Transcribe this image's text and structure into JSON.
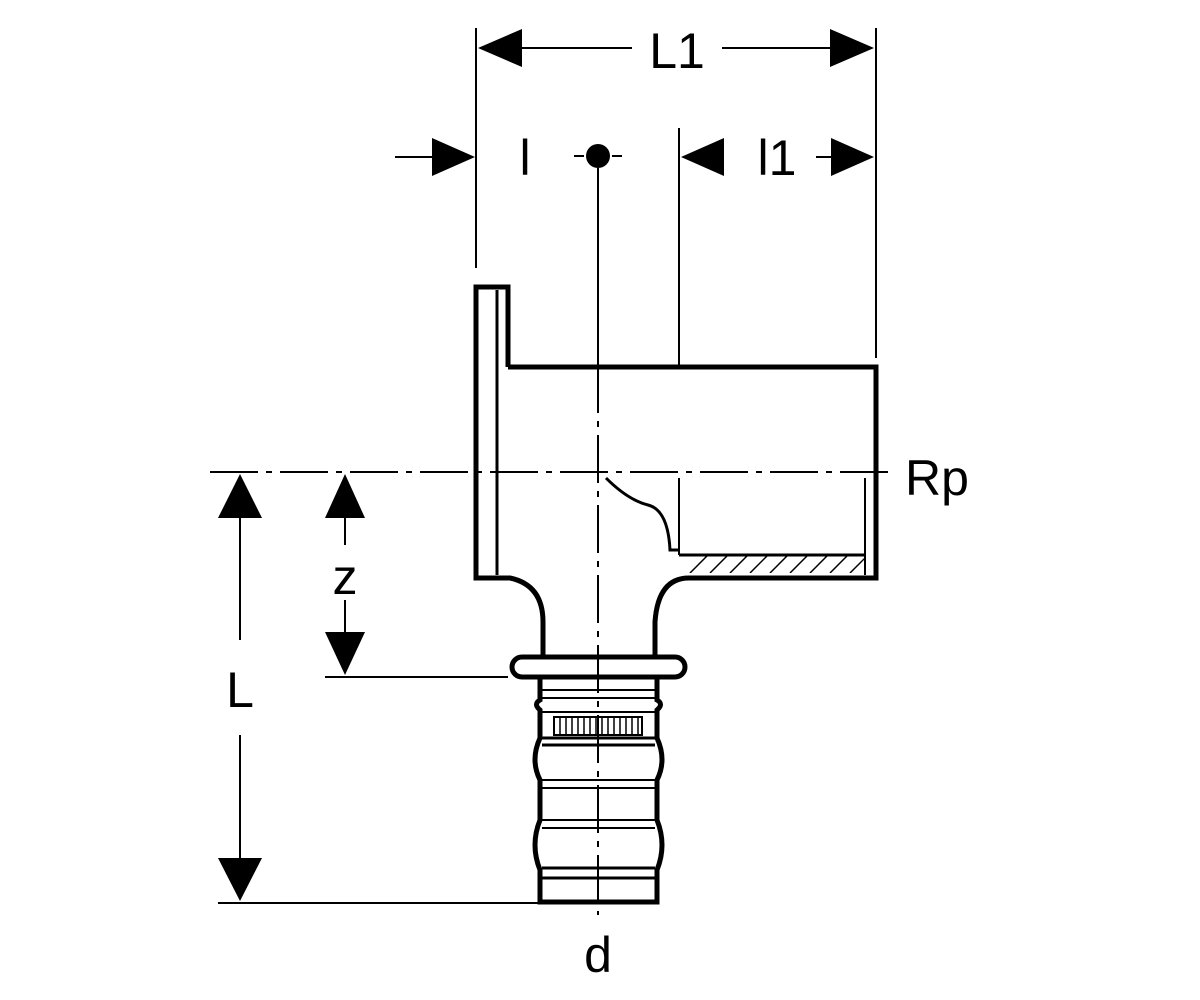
{
  "diagram": {
    "labels": {
      "L1": "L1",
      "l": "l",
      "l1": "l1",
      "Rp": "Rp",
      "z": "z",
      "L": "L",
      "d": "d"
    }
  }
}
